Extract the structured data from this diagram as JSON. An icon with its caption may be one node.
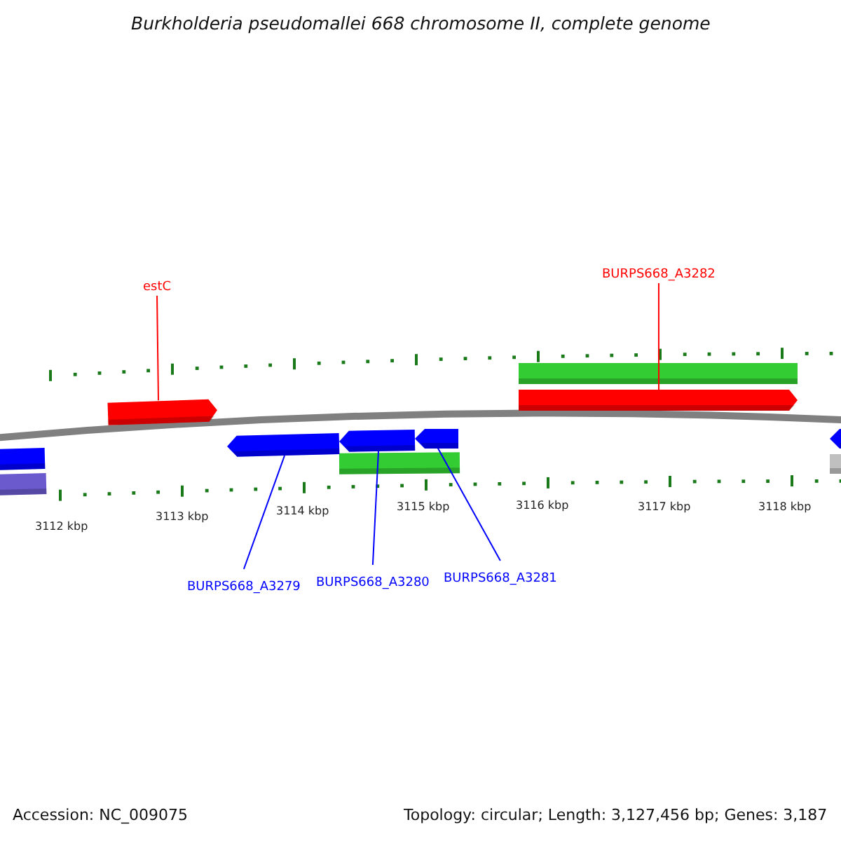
{
  "diagram": {
    "title": "Burkholderia pseudomallei 668 chromosome II, complete genome",
    "nodes": [
      {
        "text": [
          "estC"
        ]
      },
      {
        "text": [
          "BURPS668_A3282"
        ]
      },
      {
        "text": [
          "BURPS668_A3279"
        ]
      },
      {
        "text": [
          "BURPS668_A3280"
        ]
      },
      {
        "text": [
          "BURPS668_A3281"
        ]
      },
      {
        "text": [],
        "shape": "bar"
      },
      {
        "text": [],
        "shape": "bar"
      },
      {
        "text": [],
        "shape": "bar"
      },
      {
        "text": [],
        "shape": "bar"
      },
      {
        "text": [],
        "shape": "bar"
      }
    ],
    "edges": [
      {
        "from": 0,
        "to": 5,
        "arrow": "none",
        "color": "#ff0000"
      },
      {
        "from": 1,
        "to": 6,
        "arrow": "none",
        "color": "#ff0000"
      },
      {
        "from": 2,
        "to": 7,
        "arrow": "none",
        "color": "#0000ff"
      },
      {
        "from": 3,
        "to": 8,
        "arrow": "none",
        "color": "#0000ff"
      },
      {
        "from": 4,
        "to": 9,
        "arrow": "none",
        "color": "#0000ff"
      }
    ],
    "labels": [
      "3112 kbp",
      "3113 kbp",
      "3114 kbp",
      "3115 kbp",
      "3116 kbp",
      "3117 kbp",
      "3118 kbp",
      "Accession: NC_009075",
      "Topology: circular; Length: 3,127,456 bp; Genes: 3,187"
    ]
  }
}
